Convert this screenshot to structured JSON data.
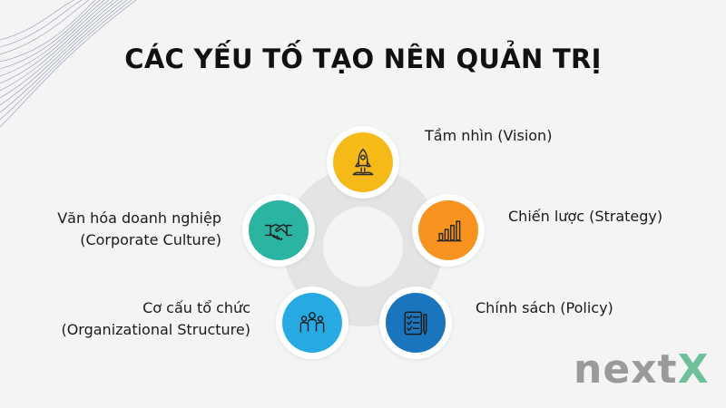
{
  "title": "CÁC YẾU TỐ TẠO NÊN QUẢN TRỊ",
  "items": [
    {
      "label_line1": "Tầm nhìn (Vision)",
      "label_line2": "",
      "icon": "rocket-icon",
      "color": "#f5b918"
    },
    {
      "label_line1": "Chiến lược (Strategy)",
      "label_line2": "",
      "icon": "bar-chart-icon",
      "color": "#f7931e"
    },
    {
      "label_line1": "Chính sách (Policy)",
      "label_line2": "",
      "icon": "checklist-icon",
      "color": "#1b75bc"
    },
    {
      "label_line1": "Cơ cấu tổ chức",
      "label_line2": "(Organizational Structure)",
      "icon": "team-icon",
      "color": "#27aae1"
    },
    {
      "label_line1": "Văn hóa doanh nghiệp",
      "label_line2": "(Corporate Culture)",
      "icon": "handshake-icon",
      "color": "#2bb5a0"
    }
  ],
  "logo": {
    "part1": "next",
    "part2": "X"
  },
  "colors": {
    "ring": "#e4e4e4",
    "background": "#f4f4f4",
    "logo_text": "#9a9a9a",
    "logo_accent": "#6fbf9a"
  }
}
